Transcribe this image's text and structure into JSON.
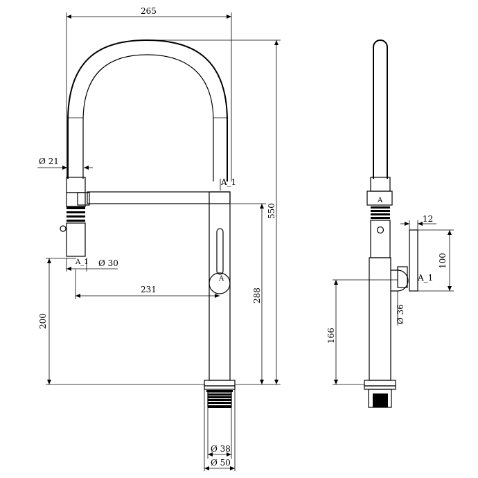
{
  "front_view": {
    "dims": {
      "overall_width": "265",
      "overall_height": "550",
      "spout_diameter": "Ø 21",
      "handle_diameter": "Ø 30",
      "spout_reach": "231",
      "body_height": "288",
      "spray_height": "200",
      "base_inner": "Ø 38",
      "base_outer": "Ø 50"
    },
    "labels": {
      "section_top": "A_1",
      "section_handle": "A",
      "section_spray": "A_1"
    }
  },
  "side_view": {
    "dims": {
      "handle_thickness": "12",
      "handle_height": "100",
      "outlet_height": "166",
      "connector_diameter": "Ø 36"
    },
    "labels": {
      "section_a": "A",
      "section_a1": "A_1"
    }
  }
}
